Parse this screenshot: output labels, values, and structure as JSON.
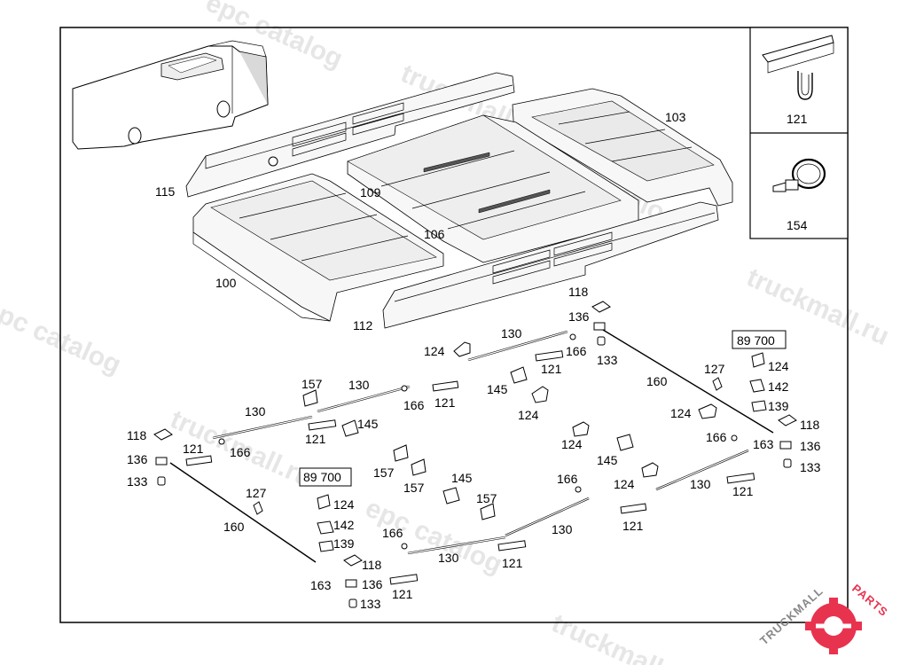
{
  "watermark_text": [
    "truckmall.ru",
    "epc catalog"
  ],
  "brand": {
    "name": "TRUCKMALL",
    "suffix": "PARTS",
    "colors": {
      "dark": "#555555",
      "accent": "#e8334f"
    }
  },
  "inset": {
    "top_label": "121",
    "bottom_label": "154"
  },
  "main_labels": {
    "l115": "115",
    "l109": "109",
    "l103": "103",
    "l106": "106",
    "l100": "100",
    "l112": "112",
    "l118a": "118",
    "l136a": "136",
    "l130a": "130",
    "l124a": "124",
    "l166a": "166",
    "l133a": "133",
    "l121a": "121",
    "l145a": "145",
    "l124b": "124",
    "l157a": "157",
    "l130b": "130",
    "l166b": "166",
    "l121b": "121",
    "l130c": "130",
    "l121c": "121",
    "l145b": "145",
    "l166c": "166",
    "l118b": "118",
    "l121d": "121",
    "l136b": "136",
    "l133b": "133",
    "l89a": "89 700",
    "l124c": "124",
    "l127a": "127",
    "l142a": "142",
    "l139a": "139",
    "l160a": "160",
    "l124d": "124",
    "l118c": "118",
    "l166d": "166",
    "l163a": "163",
    "l136c": "136",
    "l133c": "133",
    "l124e": "124",
    "l145c": "145",
    "l124f": "124",
    "l130d": "130",
    "l121e": "121",
    "l157b": "157",
    "l157c": "157",
    "l145d": "145",
    "l157d": "157",
    "l166e": "166",
    "l89b": "89 700",
    "l127b": "127",
    "l160b": "160",
    "l124g": "124",
    "l142b": "142",
    "l139b": "139",
    "l118d": "118",
    "l163b": "163",
    "l136d": "136",
    "l133d": "133",
    "l121f": "121",
    "l166f": "166",
    "l130e": "130",
    "l130f": "130",
    "l121g": "121",
    "l121h": "121"
  }
}
